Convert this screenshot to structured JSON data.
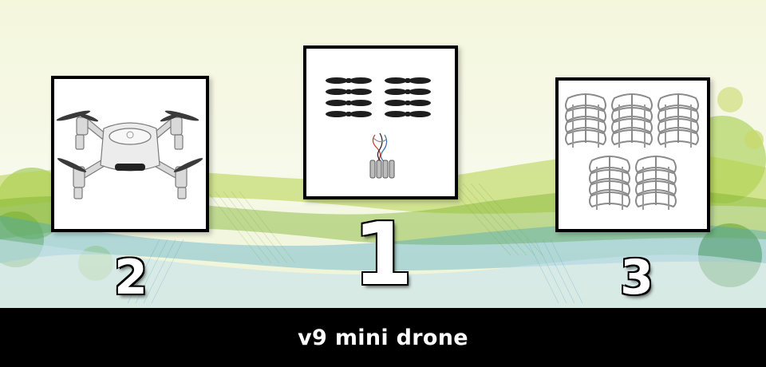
{
  "items": [
    {
      "number": "2",
      "icon": "drone-icon"
    },
    {
      "number": "1",
      "icon": "propellers-and-motor-icon"
    },
    {
      "number": "3",
      "icon": "propeller-guards-icon"
    }
  ],
  "footer": {
    "title": "v9 mini drone"
  },
  "colors": {
    "footer_bg": "#000000",
    "accent_green": "#a8c83a",
    "accent_blue": "#3aa0c8"
  }
}
